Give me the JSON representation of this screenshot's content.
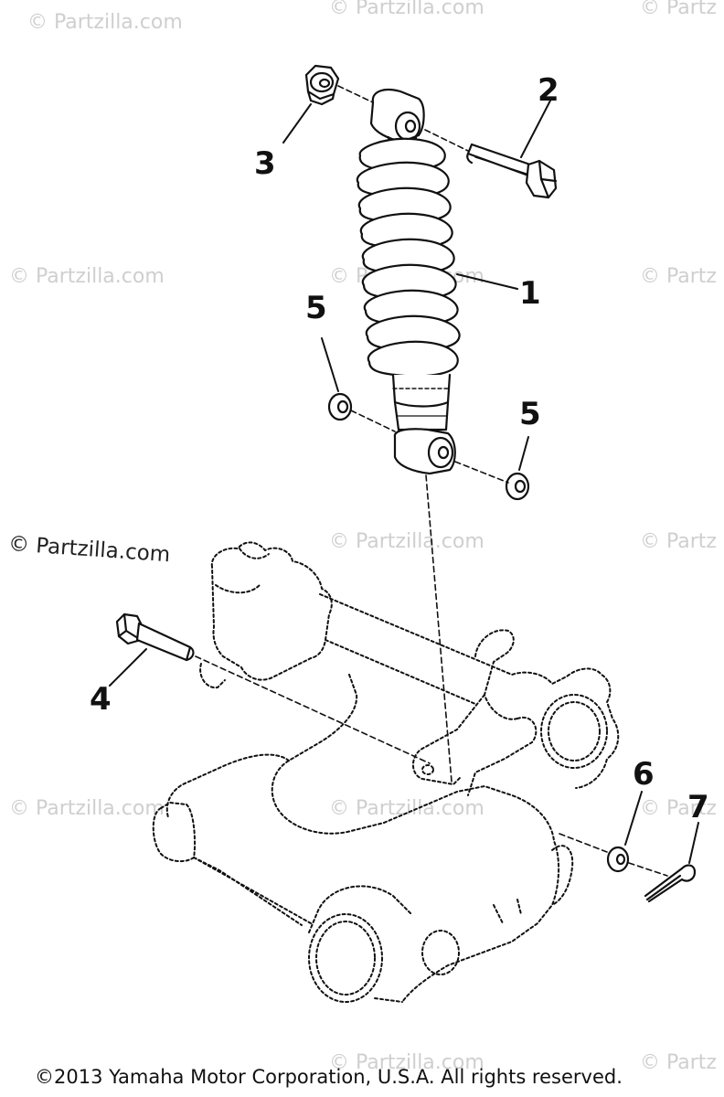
{
  "watermark": {
    "text": "© Partzilla.com",
    "side_text": "© Partz"
  },
  "callouts": [
    {
      "id": "1",
      "label": "1"
    },
    {
      "id": "2",
      "label": "2"
    },
    {
      "id": "3",
      "label": "3"
    },
    {
      "id": "4",
      "label": "4"
    },
    {
      "id": "5a",
      "label": "5"
    },
    {
      "id": "5b",
      "label": "5"
    },
    {
      "id": "6",
      "label": "6"
    },
    {
      "id": "7",
      "label": "7"
    }
  ],
  "footer": {
    "copyright": "©2013 Yamaha Motor Corporation, U.S.A. All rights reserved."
  }
}
